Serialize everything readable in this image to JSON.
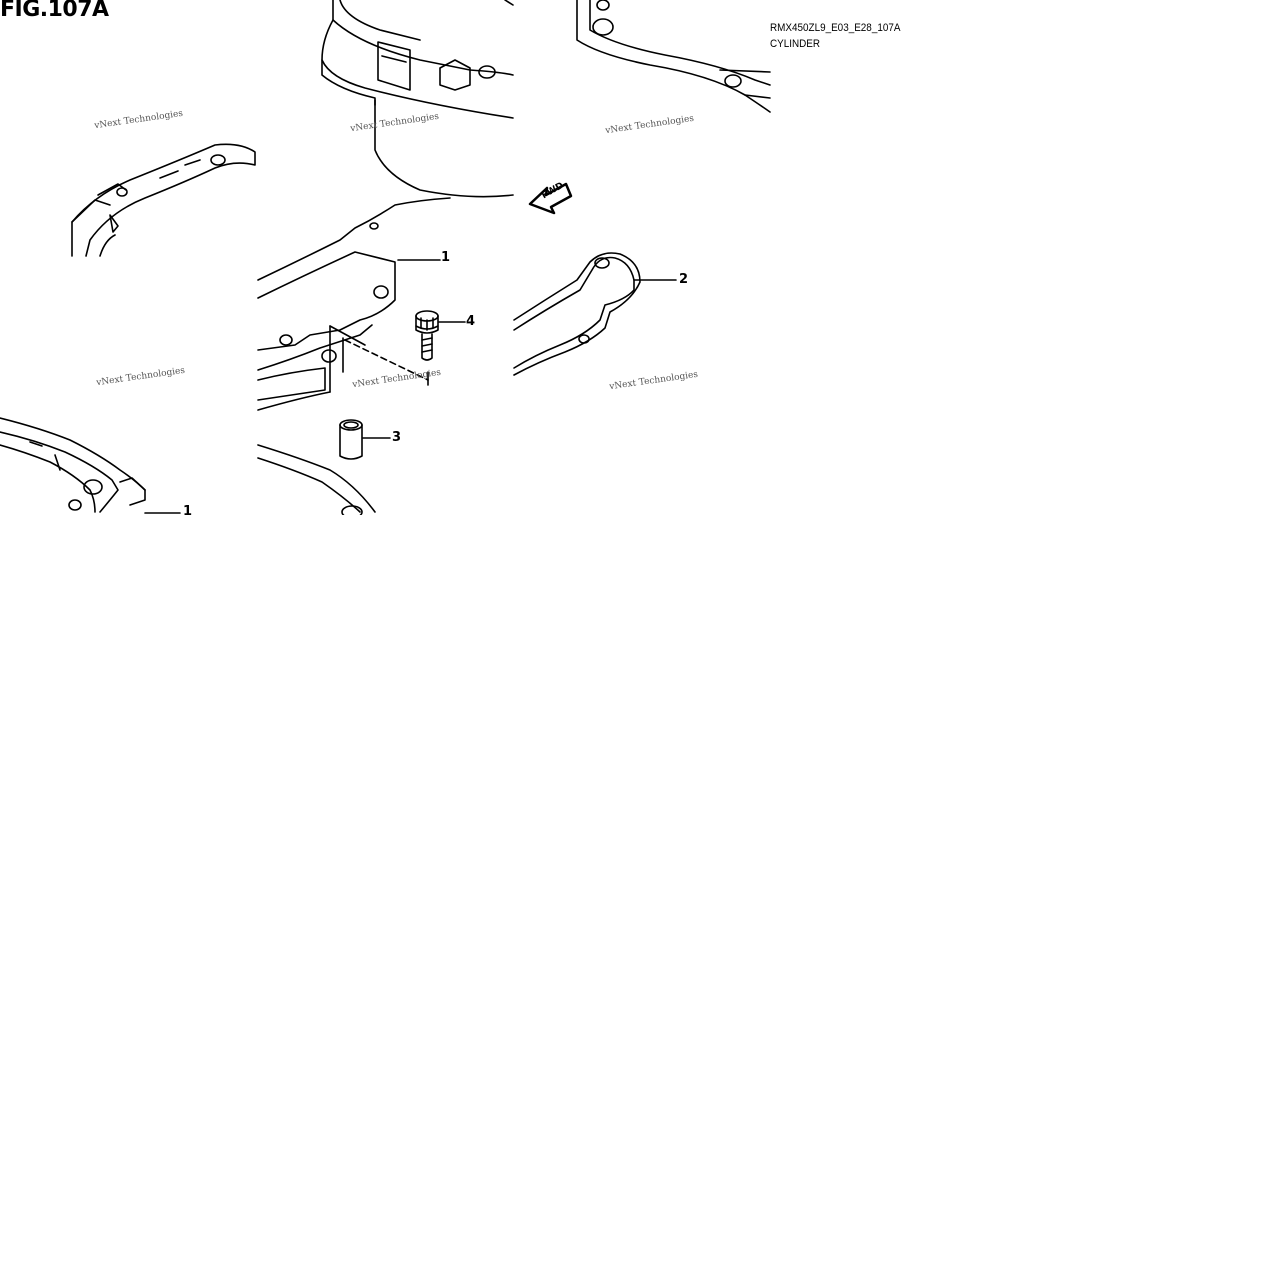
{
  "figure": {
    "label": "FIG.107A",
    "code": "RMX450ZL9_E03_E28_107A",
    "name": "CYLINDER",
    "watermark": "vNext Technologies",
    "fwd_label": "FWD"
  },
  "callouts": [
    {
      "id": "1",
      "label": "1"
    },
    {
      "id": "1b",
      "label": "1"
    },
    {
      "id": "2",
      "label": "2"
    },
    {
      "id": "3",
      "label": "3"
    },
    {
      "id": "4",
      "label": "4"
    }
  ]
}
